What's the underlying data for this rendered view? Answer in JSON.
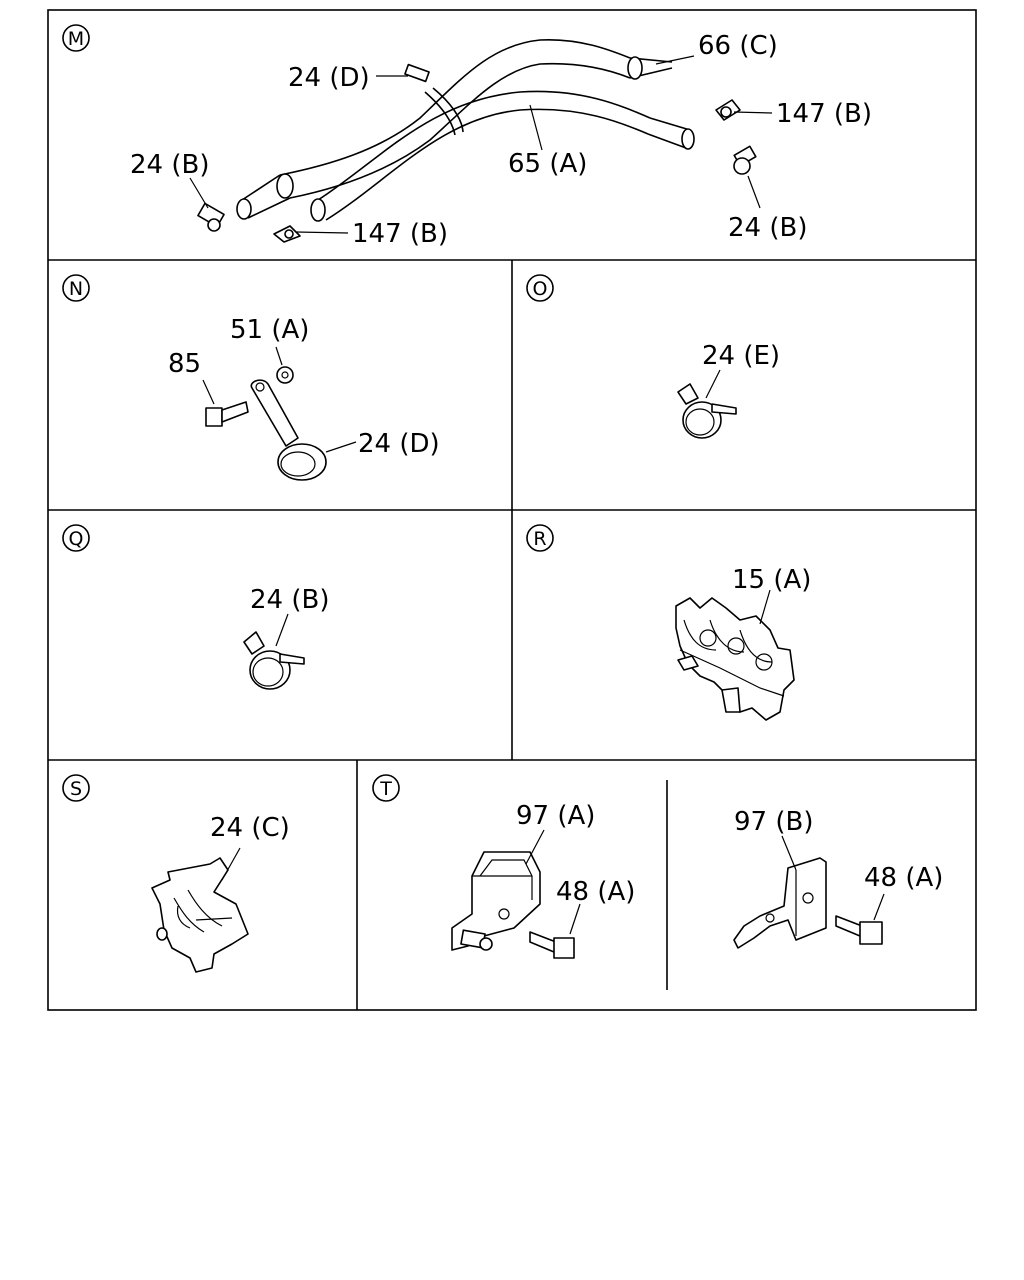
{
  "sections": {
    "M": {
      "marker": "M",
      "labels": {
        "clamp_top": "24 (D)",
        "hose_c": "66 (C)",
        "clip_right": "147 (B)",
        "hose_a": "65 (A)",
        "clamp_left": "24 (B)",
        "clip_bottom": "147 (B)",
        "clamp_right": "24 (B)"
      }
    },
    "N": {
      "marker": "N",
      "labels": {
        "nut": "51 (A)",
        "bolt": "85",
        "clamp": "24 (D)"
      }
    },
    "O": {
      "marker": "O",
      "labels": {
        "clamp": "24 (E)"
      }
    },
    "Q": {
      "marker": "Q",
      "labels": {
        "clamp": "24 (B)"
      }
    },
    "R": {
      "marker": "R",
      "labels": {
        "holder": "15 (A)"
      }
    },
    "S": {
      "marker": "S",
      "labels": {
        "clip": "24 (C)"
      }
    },
    "T": {
      "marker": "T",
      "labels": {
        "bracket_a": "97 (A)",
        "bolt_a": "48 (A)",
        "bracket_b": "97 (B)",
        "bolt_b": "48 (A)"
      }
    }
  }
}
